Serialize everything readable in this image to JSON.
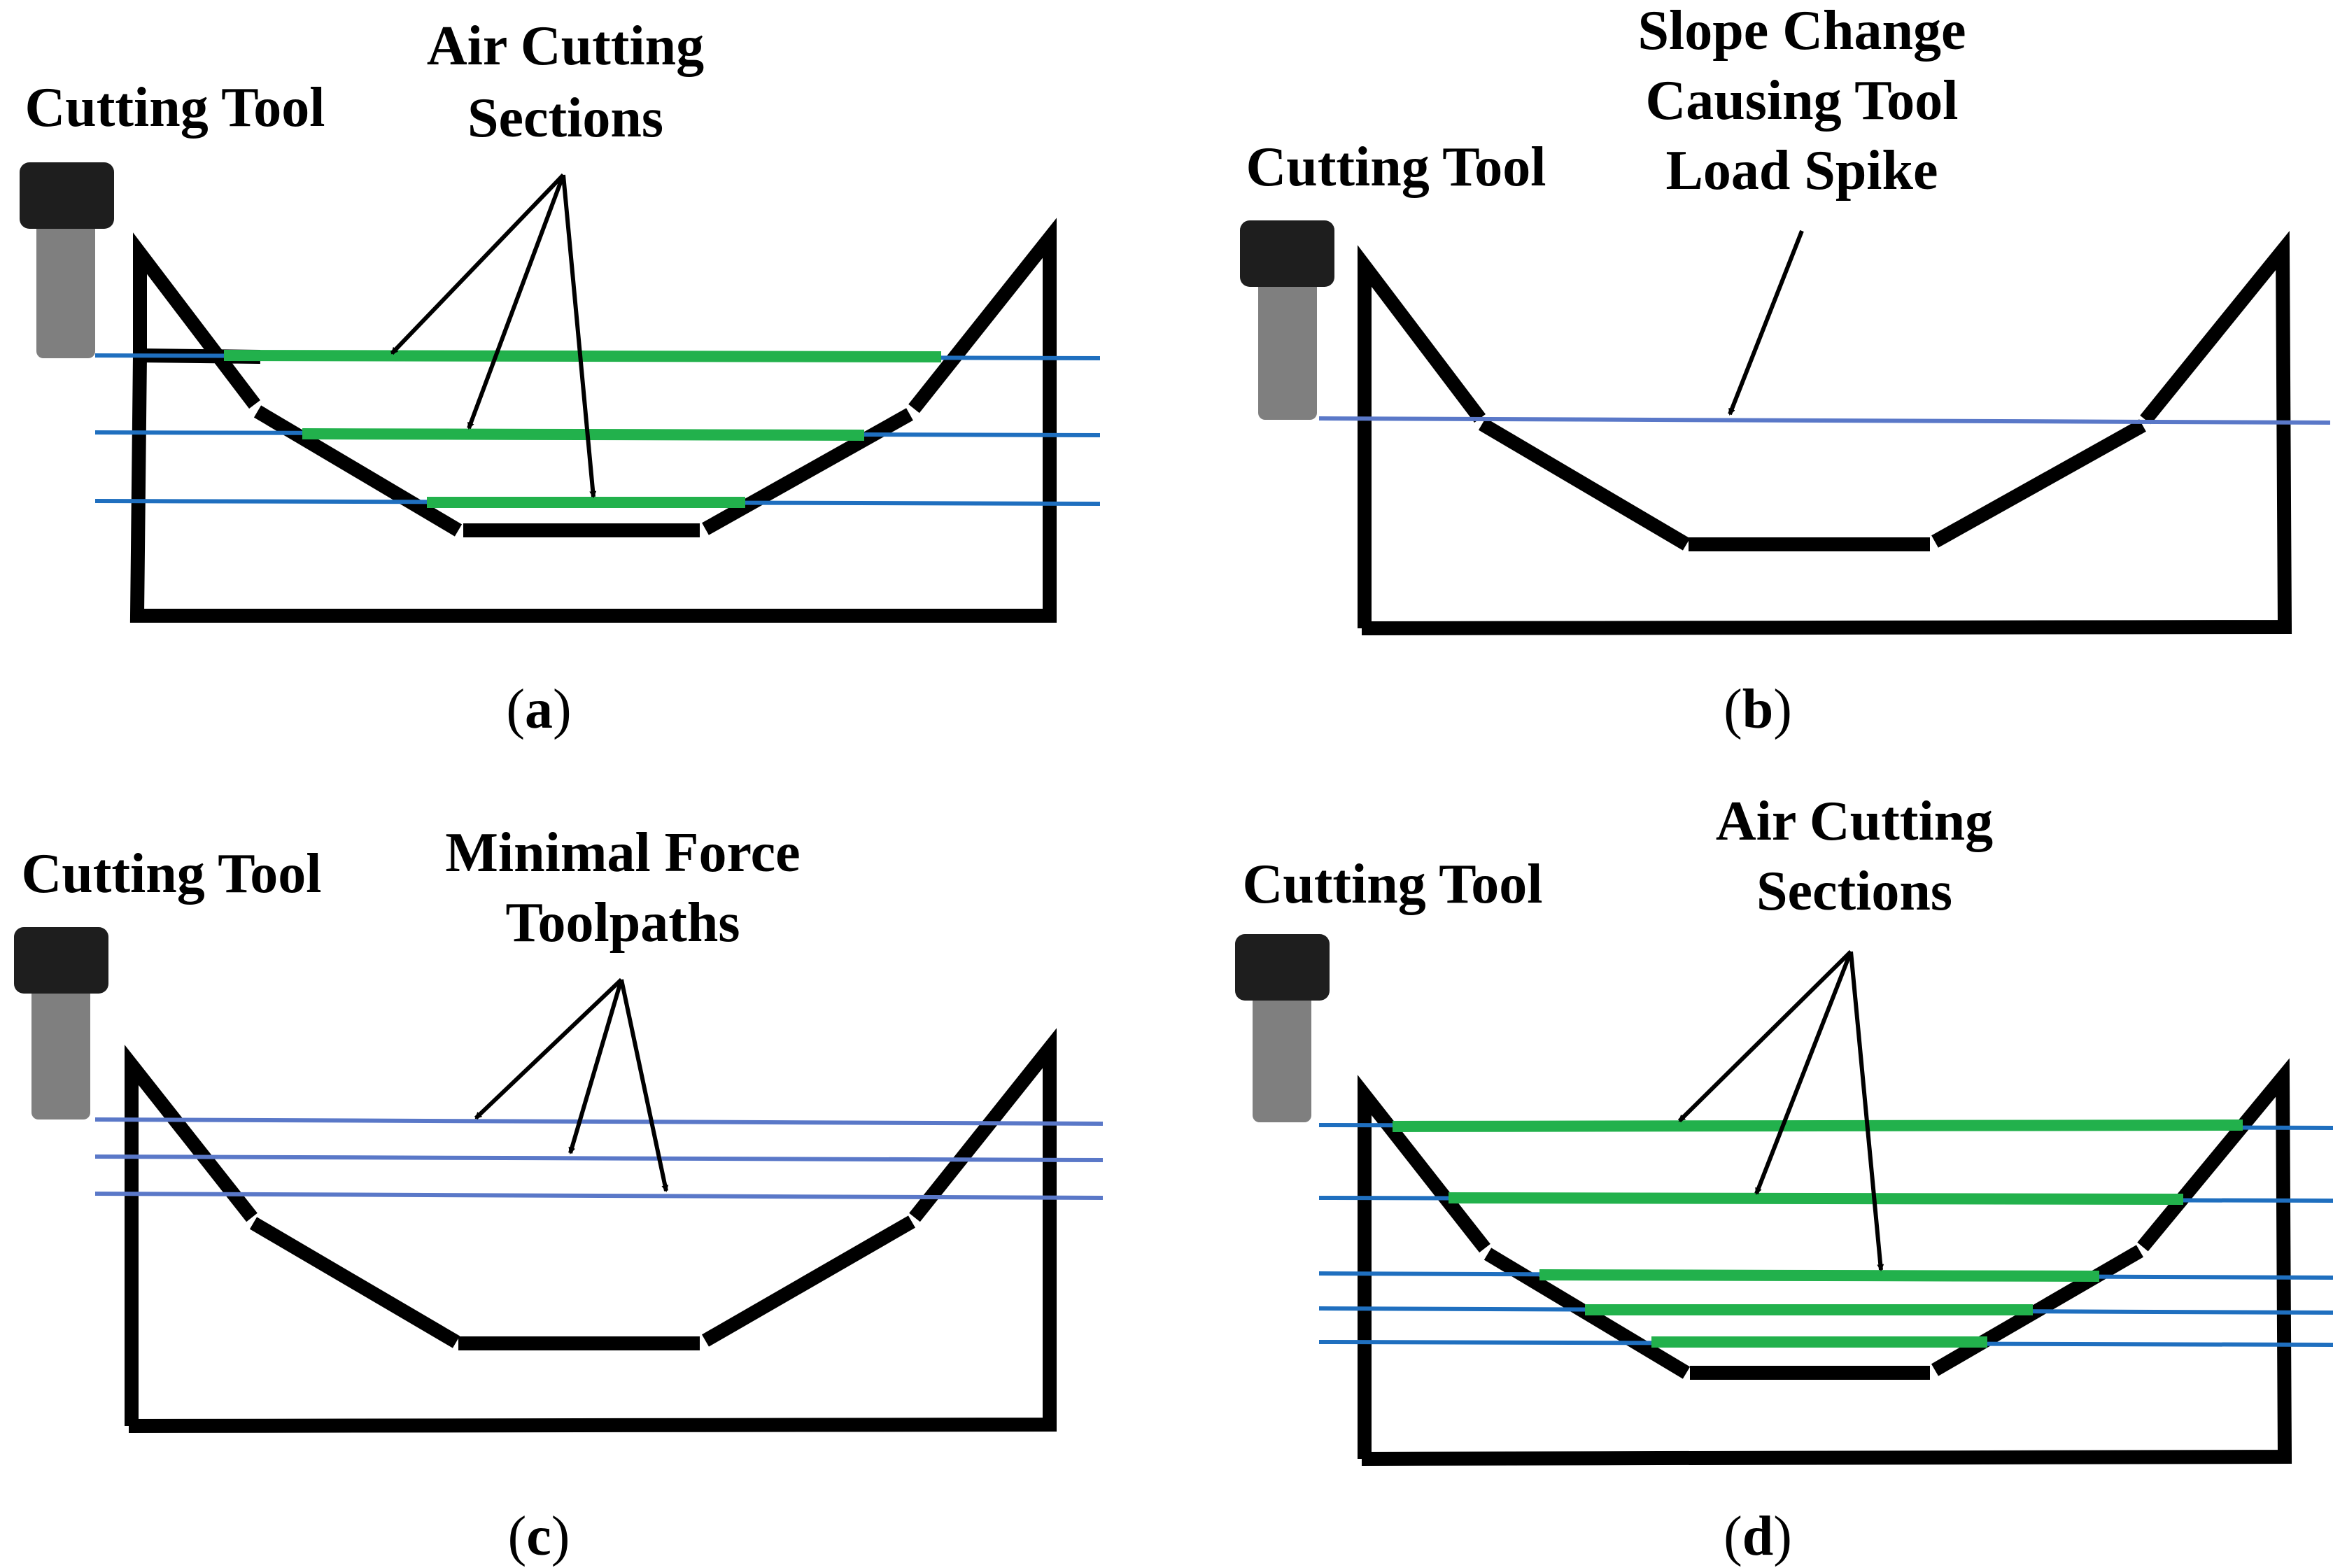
{
  "colors": {
    "outline": "#000000",
    "toolpath": "#1f6fbf",
    "toolpath_b": "#5a78c8",
    "air_cut": "#22b14c",
    "tool_head": "#1e1e1e",
    "tool_shank": "#7f7f7f"
  },
  "panels": [
    {
      "id": "a",
      "tool_label": "Cutting Tool",
      "annotation_lines": [
        "Air Cutting",
        "Sections"
      ],
      "caption_open": "(",
      "caption_letter": "a",
      "caption_close": ")"
    },
    {
      "id": "b",
      "tool_label": "Cutting Tool",
      "annotation_lines": [
        "Slope Change",
        "Causing Tool",
        "Load Spike"
      ],
      "caption_open": "(",
      "caption_letter": "b",
      "caption_close": ")"
    },
    {
      "id": "c",
      "tool_label": "Cutting Tool",
      "annotation_lines": [
        "Minimal Force",
        "Toolpaths"
      ],
      "caption_open": "(",
      "caption_letter": "c",
      "caption_close": ")"
    },
    {
      "id": "d",
      "tool_label": "Cutting Tool",
      "annotation_lines": [
        "Air Cutting",
        "Sections"
      ],
      "caption_open": "(",
      "caption_letter": "d",
      "caption_close": ")"
    }
  ]
}
